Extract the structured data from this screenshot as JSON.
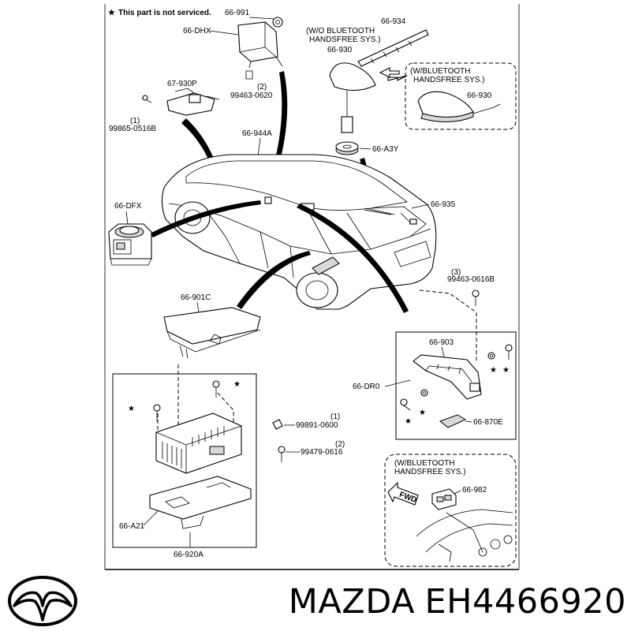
{
  "note": {
    "star": "★",
    "text": "This part is not serviced."
  },
  "labels": {
    "p66_991": "66-991",
    "p66_dhx": "66-DHX",
    "p99463_0620": "99463-0620",
    "q2a": "(2)",
    "p67_930p": "67-930P",
    "p99865_0516b": "99865-0516B",
    "q1a": "(1)",
    "p66_944a": "66-944A",
    "p66_dfx": "66-DFX",
    "p66_934": "66-934",
    "p66_930a": "66-930",
    "p66_930b": "66-930",
    "p66_a3y": "66-A3Y",
    "p66_935": "66-935",
    "p99463_0616b": "99463-0616B",
    "q3": "(3)",
    "p66_903": "66-903",
    "p66_dr0": "66-DR0",
    "p66_870e": "66-870E",
    "p66_901c": "66-901C",
    "p99891_0600": "99891-0600",
    "q1b": "(1)",
    "p99479_0616": "99479-0616",
    "q2b": "(2)",
    "p66_a21": "66-A21",
    "p66_920a": "66-920A",
    "p66_982": "66-982",
    "fwd": "FWD"
  },
  "callouts": {
    "wo_bt_1": "(W/O BLUETOOTH",
    "wo_bt_2": "HANDSFREE SYS.)",
    "w_bt_1": "(W/BLUETOOTH",
    "w_bt_2": "HANDSFREE SYS.)",
    "w_bt2_1": "(W/BLUETOOTH",
    "w_bt2_2": "HANDSFREE SYS.)"
  },
  "brand": {
    "name": "MAZDA",
    "part_number": "EH4466920"
  }
}
